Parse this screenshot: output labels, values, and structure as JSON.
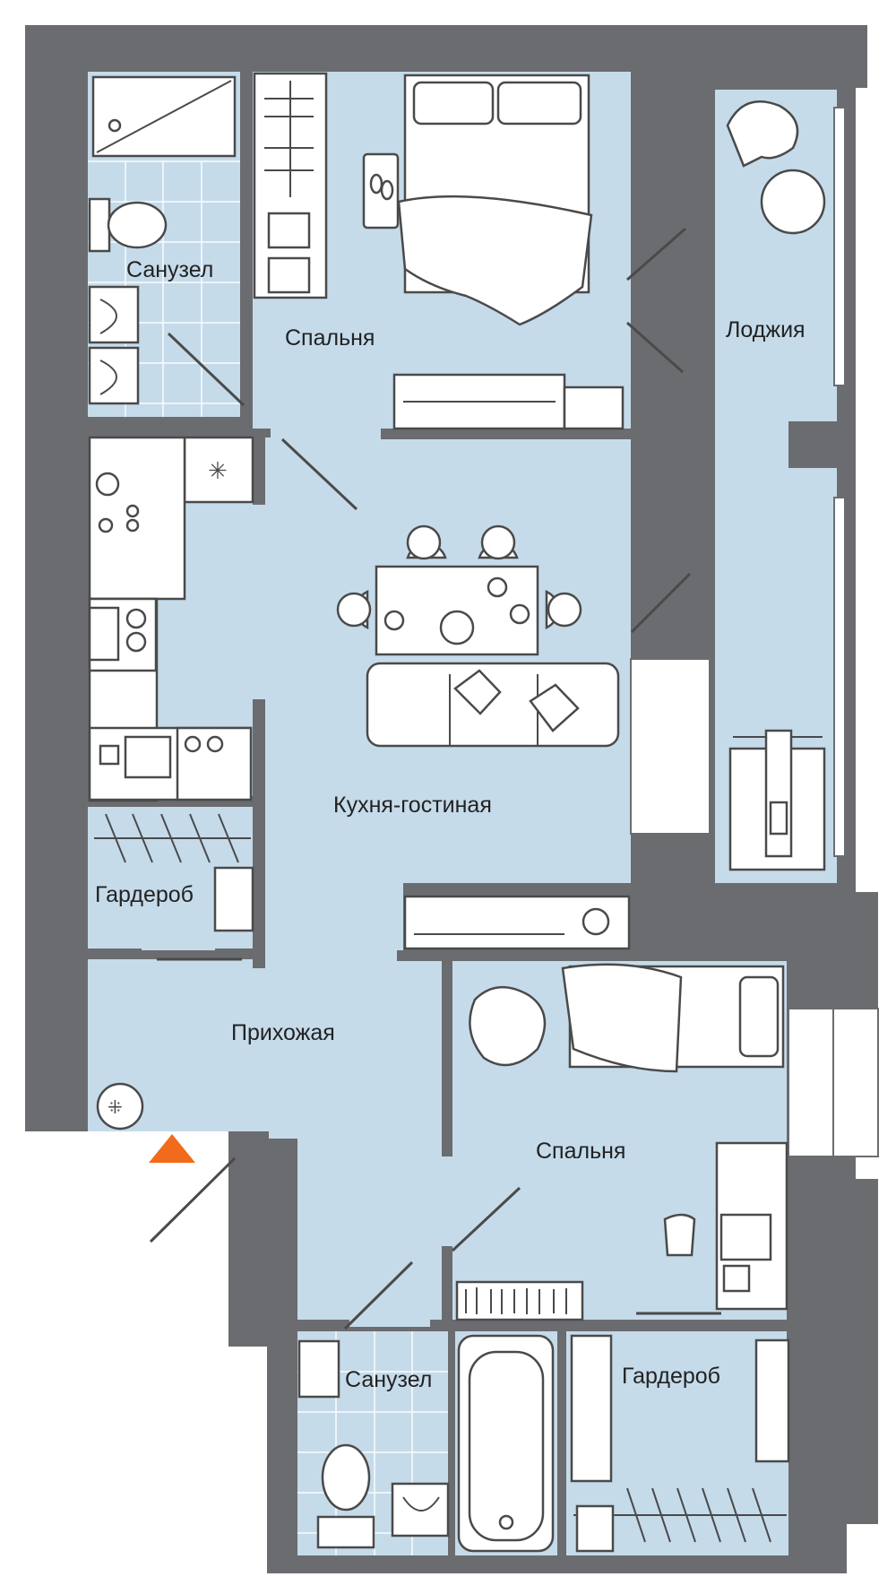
{
  "rooms": {
    "bathroom_top": "Санузел",
    "bedroom_top": "Спальня",
    "loggia": "Лоджия",
    "kitchen_living": "Кухня-гостиная",
    "wardrobe_left": "Гардероб",
    "hallway": "Прихожая",
    "bedroom_bottom": "Спальня",
    "bathroom_bottom": "Санузел",
    "wardrobe_right": "Гардероб"
  },
  "colors": {
    "wall": "#6b6c6f",
    "floor": "#c5dbea",
    "entrance_marker": "#f26a1b",
    "furniture_stroke": "#4a4a4a"
  },
  "icons": [
    "entrance-arrow-icon",
    "electrical-panel-icon",
    "shower-icon",
    "toilet-icon",
    "sink-icon",
    "bed-icon",
    "sofa-icon",
    "dining-table-icon",
    "stove-icon",
    "fridge-icon",
    "bathtub-icon",
    "desk-icon",
    "exercise-machine-icon",
    "armchair-icon",
    "tv-stand-icon"
  ]
}
